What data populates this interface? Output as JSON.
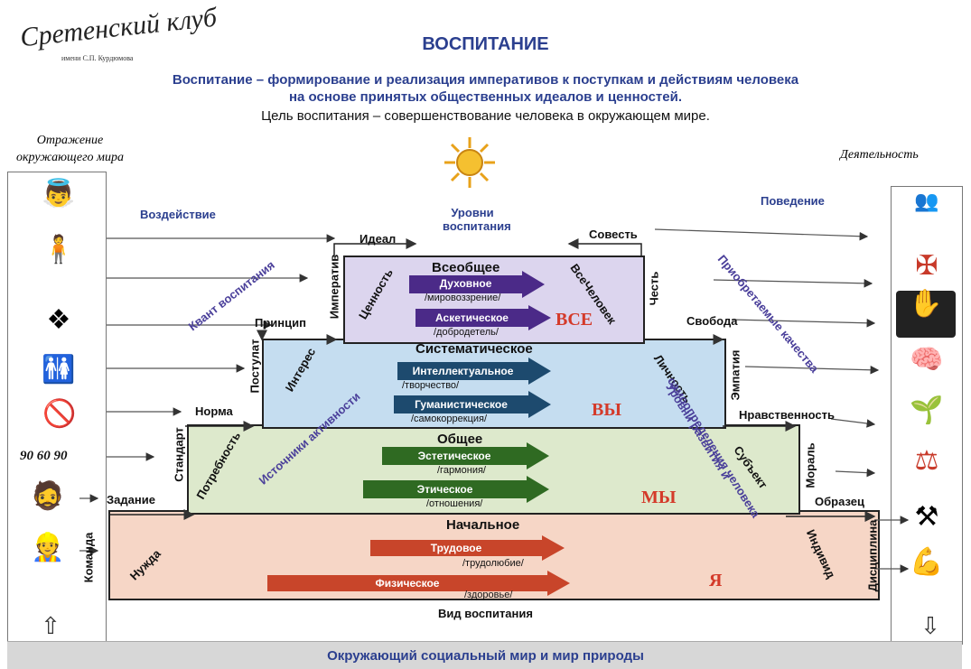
{
  "logo": {
    "text": "Сретенский клуб",
    "sub": "имени С.П. Курдюмова"
  },
  "title": "ВОСПИТАНИЕ",
  "lines": [
    "Воспитание – формирование и реализация императивов к поступкам и действиям человека",
    "на основе принятых общественных идеалов и ценностей.",
    "Цель воспитания – совершенствование человека в окружающем мире."
  ],
  "left_head": [
    "Отражение",
    "окружающего мира"
  ],
  "right_head": "Деятельность",
  "center": {
    "levels_title": [
      "Уровни",
      "воспитания"
    ],
    "impact": "Воздействие",
    "behavior": "Поведение"
  },
  "level4": {
    "title": "Всеобщее",
    "b1": "Духовное",
    "b1_sub": "/мировоззрение/",
    "b2": "Аскетическое",
    "b2_sub": "/добродетель/",
    "tag": "ВСЕ"
  },
  "level3": {
    "title": "Систематическое",
    "b1": "Интеллектуальное",
    "b1_sub": "/творчество/",
    "b2": "Гуманистическое",
    "b2_sub": "/самокоррекция/",
    "tag": "ВЫ"
  },
  "level2": {
    "title": "Общее",
    "b1": "Эстетическое",
    "b1_sub": "/гармония/",
    "b2": "Этическое",
    "b2_sub": "/отношения/",
    "tag": "МЫ"
  },
  "level1": {
    "title": "Начальное",
    "b1": "Трудовое",
    "b1_sub": "/трудолюбие/",
    "b2": "Физическое",
    "b2_sub": "/здоровье/",
    "tag": "Я"
  },
  "left_labels": {
    "ideal": "Идеал",
    "princip": "Принцип",
    "norma": "Норма",
    "zadanie": "Задание",
    "komanda": "Команда",
    "nuzhda": "Нужда",
    "potrebnost": "Потребность",
    "standart": "Стандарт",
    "postulat": "Постулат",
    "interes": "Интерес",
    "imperativ": "Императив",
    "tsennost": "Ценность"
  },
  "right_labels": {
    "sovest": "Совесть",
    "svoboda": "Свобода",
    "nravstvennost": "Нравственность",
    "obrazets": "Образец",
    "chest": "Честь",
    "empatiya": "Эмпатия",
    "moral": "Мораль",
    "distsiplina": "Дисциплина",
    "vsechelovek": "ВсеЧеловек",
    "lichnost": "Личность",
    "subekt": "Субъект",
    "individ": "Индивид"
  },
  "diag": {
    "kvant": "Квант воспитания",
    "istochniki": "Источники активности",
    "uroven1": "Уровни развития и",
    "uroven2": "самоопределения человека",
    "priobr": "Приобретаемые качества"
  },
  "numbers": "90 60 90",
  "bottom": {
    "vid": "Вид воспитания",
    "bar": "Окружающий социальный мир и мир природы"
  },
  "colors": {
    "navy": "#2b3f8f",
    "purple": "#dcd5ee",
    "blue": "#c5ddf0",
    "green": "#dde9cc",
    "peach": "#f6d6c6",
    "arrow_purple": "#4b2a88",
    "arrow_blue": "#1d4a6e",
    "arrow_green": "#2f6a22",
    "arrow_red": "#c8452a"
  }
}
